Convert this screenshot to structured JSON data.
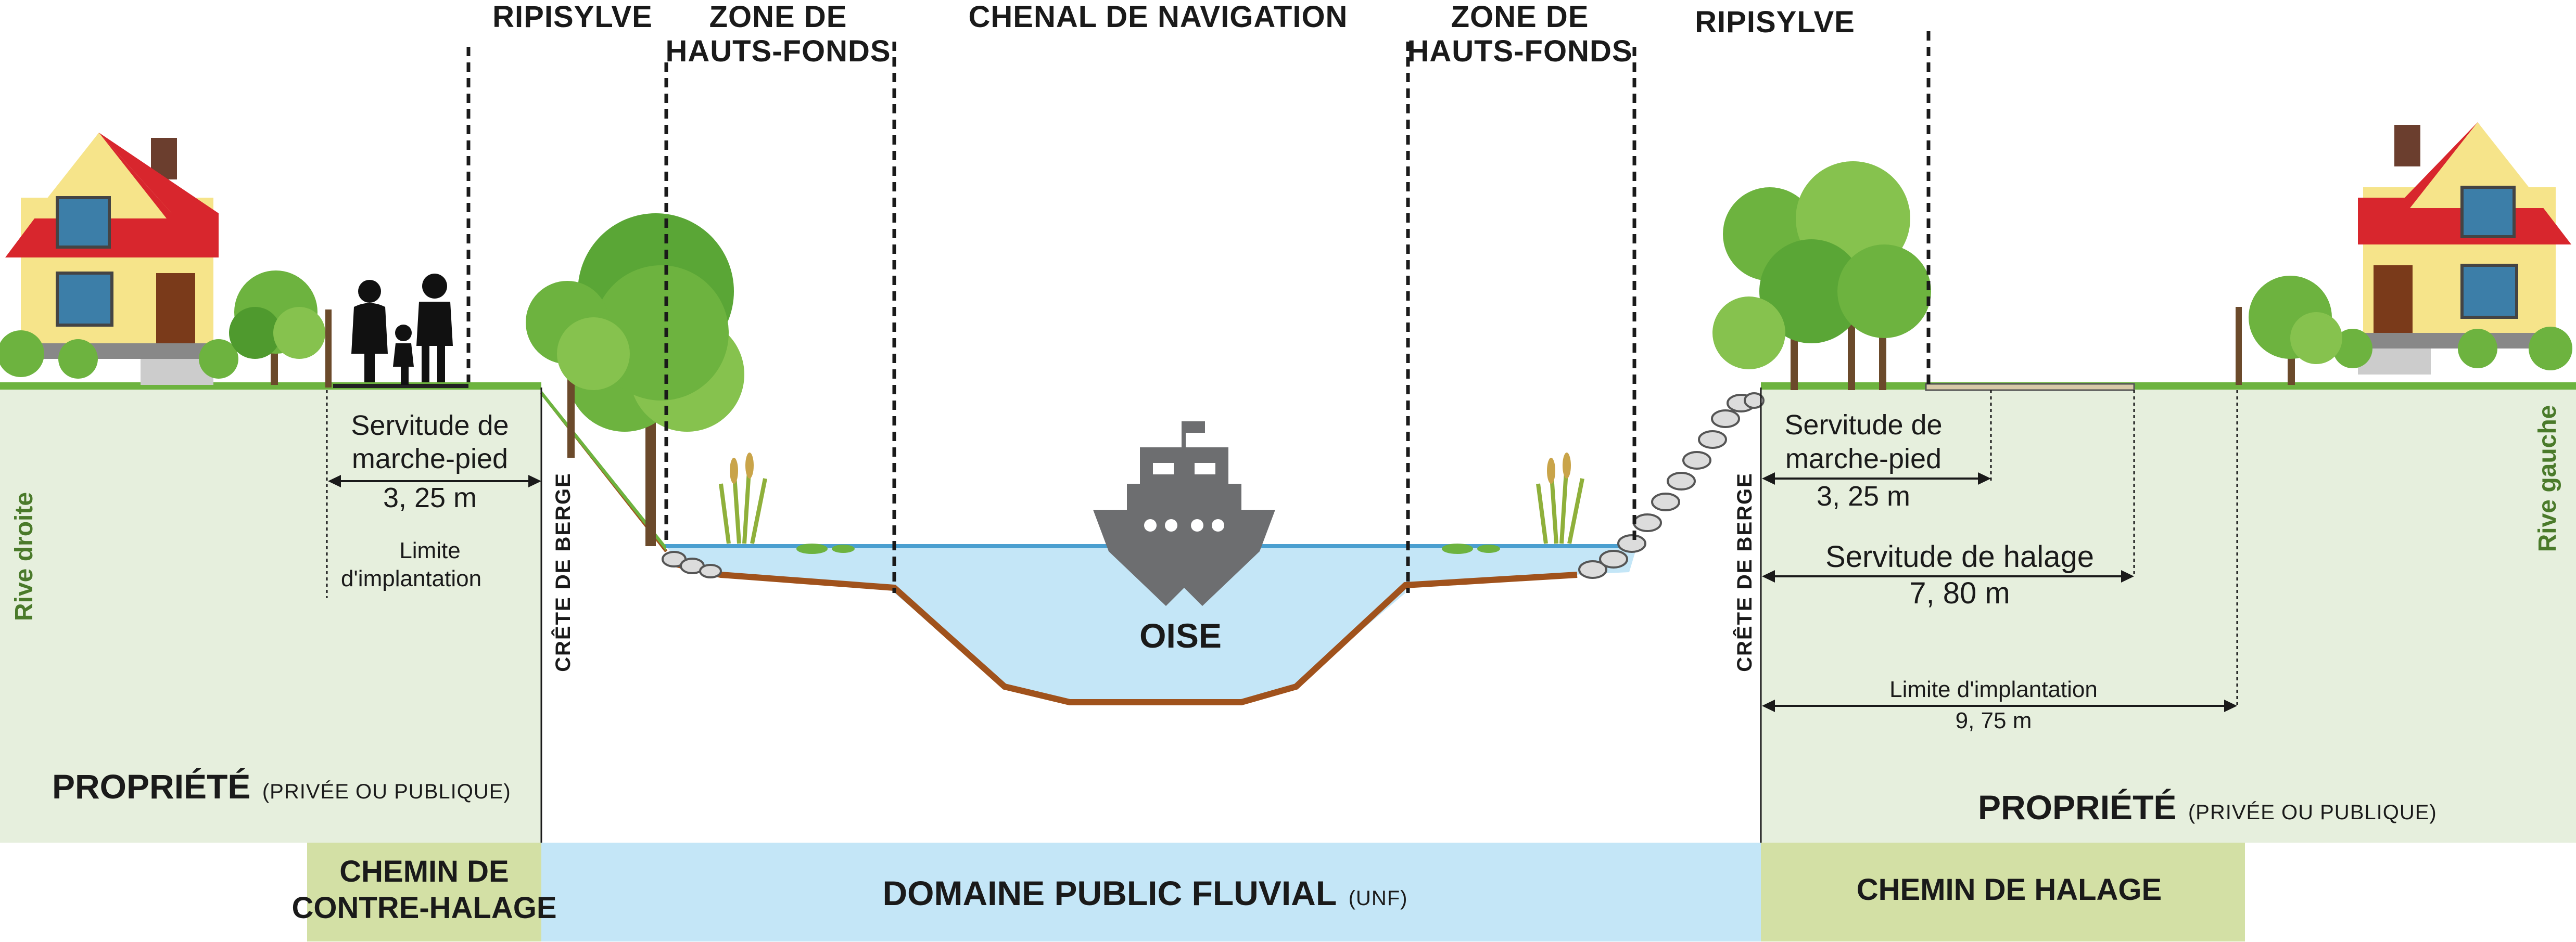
{
  "headers": {
    "ripisylve_left": "RIPISYLVE",
    "zone_left_line1": "ZONE DE",
    "zone_left_line2": "HAUTS-FONDS",
    "chenal": "CHENAL DE NAVIGATION",
    "zone_right_line1": "ZONE DE",
    "zone_right_line2": "HAUTS-FONDS",
    "ripisylve_right": "RIPISYLVE"
  },
  "left_bank": {
    "bank_label": "Rive droite",
    "marchepied_line1": "Servitude de",
    "marchepied_line2": "marche-pied",
    "marchepied_value": "3, 25 m",
    "limite_line1": "Limite",
    "limite_line2": "d'implantation",
    "crete": "CRÊTE DE BERGE",
    "propriete": "PROPRIÉTÉ",
    "propriete_sub": "(PRIVÉE OU PUBLIQUE)"
  },
  "river": {
    "name": "OISE"
  },
  "right_bank": {
    "bank_label": "Rive gauche",
    "crete": "CRÊTE DE BERGE",
    "marchepied_line1": "Servitude de",
    "marchepied_line2": "marche-pied",
    "marchepied_value": "3, 25 m",
    "halage_label": "Servitude de halage",
    "halage_value": "7, 80 m",
    "limite_label": "Limite d'implantation",
    "limite_value": "9, 75 m",
    "propriete": "PROPRIÉTÉ",
    "propriete_sub": "(PRIVÉE OU PUBLIQUE)"
  },
  "bottom_bar": {
    "contre_halage_line1": "CHEMIN DE",
    "contre_halage_line2": "CONTRE-HALAGE",
    "domaine": "DOMAINE PUBLIC FLUVIAL",
    "domaine_sub": "(UNF)",
    "halage": "CHEMIN DE HALAGE"
  },
  "colors": {
    "land": "#e6efdd",
    "water": "#c4e6f7",
    "bottom_green": "#d3e0a5",
    "bank_line": "#a0521c",
    "tree": "#6db33f",
    "house_roof": "#d8262d",
    "house_wall": "#f6e48a",
    "boat": "#6d6e70"
  },
  "icons": [
    "house-icon",
    "tree-icon",
    "family-silhouette-icon",
    "boat-icon",
    "reed-icon",
    "riprap-stones-icon"
  ]
}
